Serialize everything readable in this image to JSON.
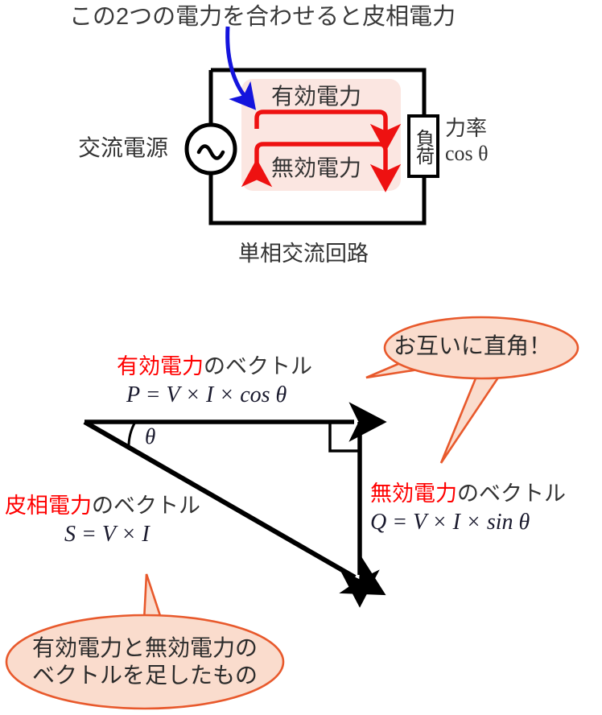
{
  "figure": {
    "title_note": "この2つの電力を合わせると皮相電力"
  },
  "circuit": {
    "source_label": "交流電源",
    "active_power_label": "有効電力",
    "reactive_power_label": "無効電力",
    "load_label": "負荷",
    "power_factor_label": "力率",
    "power_factor_formula": "cos θ",
    "caption": "単相交流回路",
    "arrow_color": "#ee1111",
    "band_color": "#fbe6e1",
    "pointer_color": "#1414dd"
  },
  "vector": {
    "active": {
      "name_red": "有効電力",
      "name_rest": "のベクトル",
      "formula": "P = V × I × cos θ"
    },
    "reactive": {
      "name_red": "無効電力",
      "name_rest": "のベクトル",
      "formula": "Q = V × I × sin θ"
    },
    "apparent": {
      "name_red": "皮相電力",
      "name_rest": "のベクトル",
      "formula": "S = V × I"
    },
    "angle_symbol": "θ"
  },
  "callouts": {
    "right_angle": {
      "text": "お互いに直角！",
      "fill": "#fadccd",
      "stroke": "#e8592c"
    },
    "apparent_sum": {
      "line1": "有効電力と無効電力の",
      "line2": "ベクトルを足したもの",
      "fill": "#fadccd",
      "stroke": "#e8592c"
    }
  }
}
